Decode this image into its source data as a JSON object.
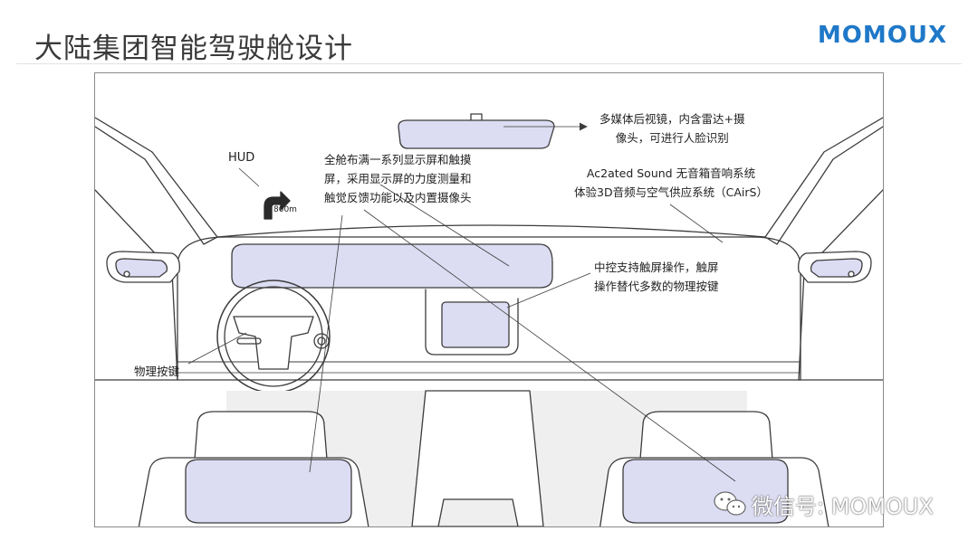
{
  "header": {
    "title": "大陆集团智能驾驶舱设计",
    "logo_text": "MOMOUX"
  },
  "labels": {
    "hud": "HUD",
    "hud_distance": "800m",
    "display_line1": "全舱布满一系列显示屏和触摸",
    "display_line2": "屏，采用显示屏的力度测量和",
    "display_line3": "触觉反馈功能以及内置摄像头",
    "mirror_line1": "多媒体后视镜，内含雷达+摄",
    "mirror_line2": "像头，可进行人脸识别",
    "sound_line1": "Ac2ated Sound 无音箱音响系统",
    "sound_line2": "体验3D音频与空气供应系统（CAirS）",
    "console_line1": "中控支持触屏操作，触屏",
    "console_line2": "操作替代多数的物理按键",
    "buttons": "物理按键"
  },
  "watermark": {
    "text": "微信号: MOMOUX",
    "icon": "wechat-icon"
  },
  "colors": {
    "screen_fill": "#dcdcf3",
    "logo": "#1f78c8",
    "line": "#3c3c3c",
    "seat_shade": "#efefef"
  }
}
